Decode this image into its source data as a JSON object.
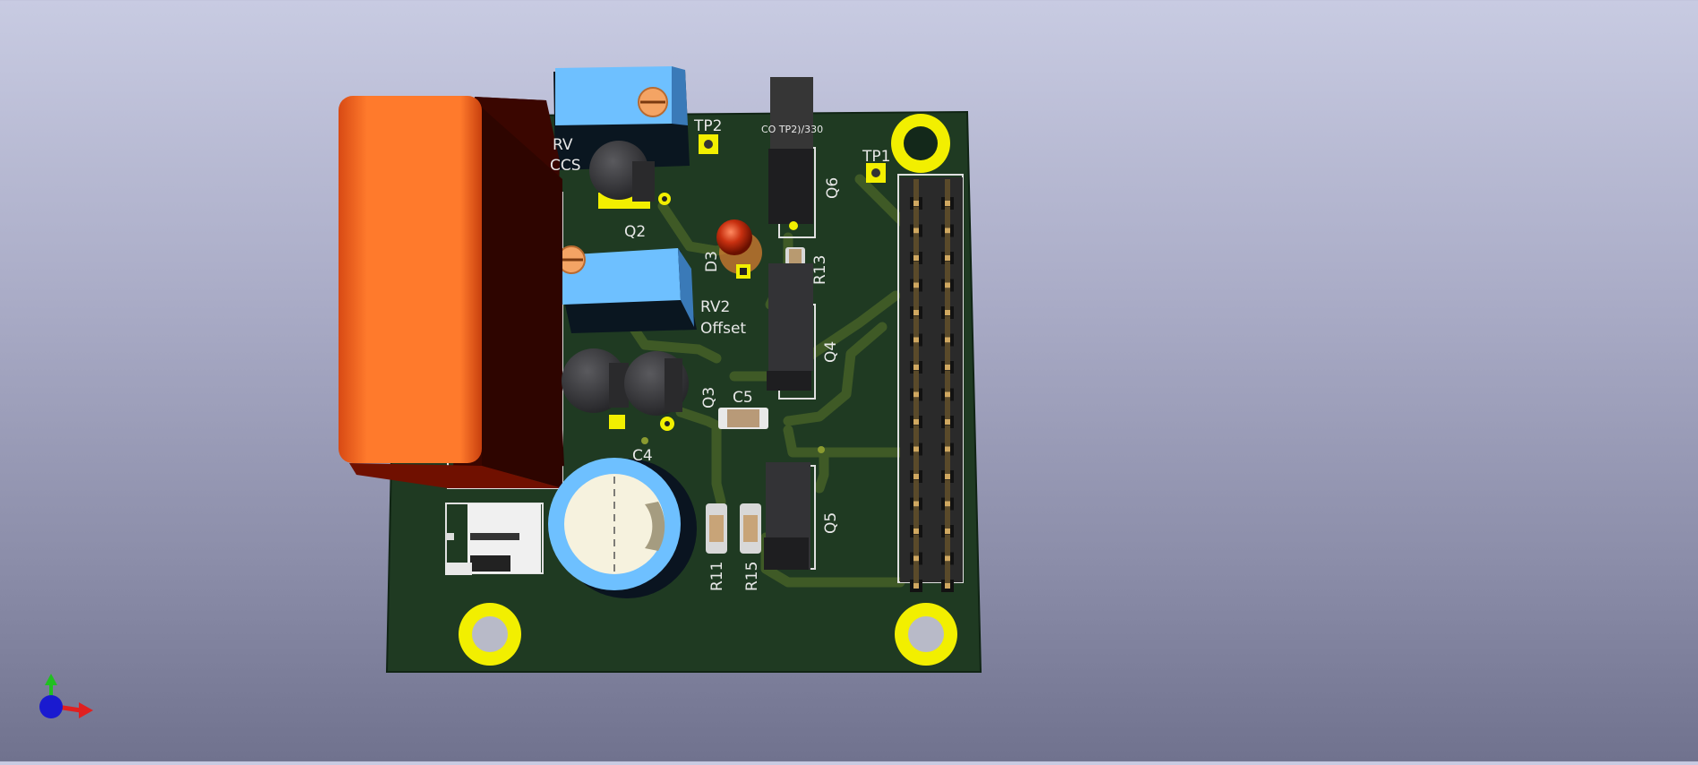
{
  "viewer": {
    "background_top": "#c8cbe2",
    "background_bottom": "#70728e",
    "board_color": "#1f3a22",
    "trace_color": "#3f5a26",
    "silk_color": "#e8e8e8",
    "pad_color": "#f2ef00"
  },
  "silkscreen": {
    "tp2": "TP2",
    "tp1": "TP1",
    "rv_partial": "RV",
    "ccs_partial": "CCS",
    "q2": "Q2",
    "q3": "Q3",
    "q4": "Q4",
    "q5": "Q5",
    "q6": "Q6",
    "d3": "D3",
    "r13": "R13",
    "rv2": "RV2",
    "offset": "Offset",
    "c5": "C5",
    "c4": "C4",
    "r11": "R11",
    "r15": "R15",
    "top_note": "CO        TP2)/330"
  },
  "axes_icon": {
    "x_color": "#e02020",
    "y_color": "#20c020",
    "z_color": "#1a1ad0"
  }
}
